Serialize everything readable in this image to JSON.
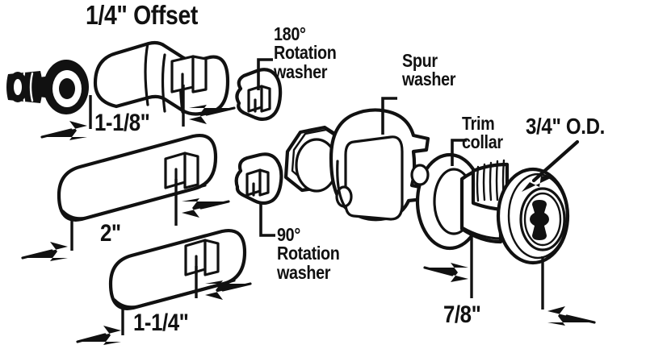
{
  "diagram": {
    "title": "Cam lock assembly exploded parts diagram",
    "ink_color": "#111111",
    "background_color": "#ffffff",
    "labels": {
      "offset": "1/4\" Offset",
      "rotation_180": "180°\nRotation\nwasher",
      "rotation_90": "90°\nRotation\nwasher",
      "spur_washer": "Spur\nwasher",
      "trim_collar": "Trim\ncollar",
      "outer_diameter": "3/4\" O.D."
    },
    "dimensions": {
      "cam_small": "1-1/8\"",
      "cam_medium": "2\"",
      "cam_large": "1-1/4\"",
      "barrel_length": "7/8\""
    },
    "parts": [
      {
        "name": "mounting-screw",
        "label": ""
      },
      {
        "name": "offset-cam",
        "label": "1-1/8\""
      },
      {
        "name": "straight-cam-2in",
        "label": "2\""
      },
      {
        "name": "straight-cam-114",
        "label": "1-1/4\""
      },
      {
        "name": "rotation-washer-180",
        "label": "180° Rotation washer"
      },
      {
        "name": "rotation-washer-90",
        "label": "90° Rotation washer"
      },
      {
        "name": "hex-nut",
        "label": ""
      },
      {
        "name": "spur-washer",
        "label": "Spur washer"
      },
      {
        "name": "trim-collar",
        "label": "Trim collar"
      },
      {
        "name": "lock-cylinder",
        "label": "3/4\" O.D."
      },
      {
        "name": "keyway-face",
        "label": ""
      }
    ]
  }
}
